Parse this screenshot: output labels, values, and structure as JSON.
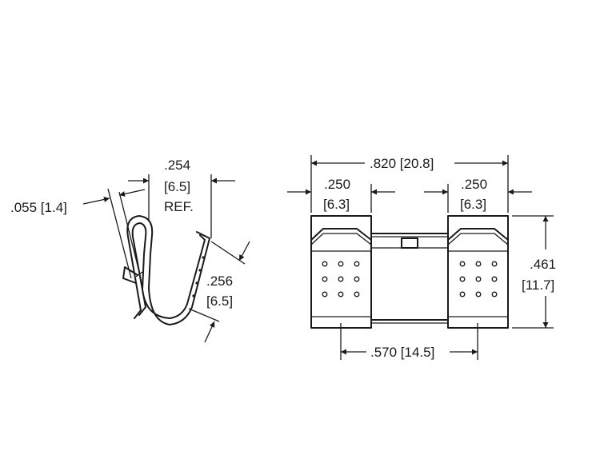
{
  "side_view": {
    "thickness": ".055 [1.4]",
    "width_in": ".254",
    "width_mm": "[6.5]",
    "width_ref": "REF.",
    "depth_in": ".256",
    "depth_mm": "[6.5]"
  },
  "front_view": {
    "overall_width": ".820 [20.8]",
    "left_clip_in": ".250",
    "left_clip_mm": "[6.3]",
    "right_clip_in": ".250",
    "right_clip_mm": "[6.3]",
    "height_in": ".461",
    "height_mm": "[11.7]",
    "center_spacing": ".570 [14.5]"
  }
}
